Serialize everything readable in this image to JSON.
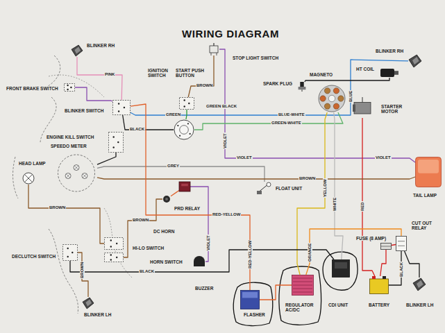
{
  "diagram": {
    "title": "WIRING DIAGRAM",
    "nodes": [
      {
        "text": [
          "BLINKER RH"
        ]
      },
      {
        "text": [
          "FRONT BRAKE SWITCH"
        ]
      },
      {
        "text": [
          "BLINKER SWITCH"
        ]
      },
      {
        "text": [
          "ENGINE KILL SWITCH"
        ]
      },
      {
        "text": [
          "SPEEDO METER"
        ]
      },
      {
        "text": [
          "HEAD LAMP"
        ]
      },
      {
        "text": [
          "IGNITION SWITCH"
        ]
      },
      {
        "text": [
          "START PUSH BUTTON"
        ]
      },
      {
        "text": [
          "STOP LIGHT SWITCH"
        ]
      },
      {
        "text": [
          "SPARK PLUG"
        ]
      },
      {
        "text": [
          "MAGNETO"
        ]
      },
      {
        "text": [
          "HT COIL"
        ]
      },
      {
        "text": [
          "BLINKER RH"
        ]
      },
      {
        "text": [
          "STARTER MOTOR"
        ]
      },
      {
        "text": [
          "FLOAT UNIT"
        ]
      },
      {
        "text": [
          "PRD RELAY"
        ]
      },
      {
        "text": [
          "DC HORN"
        ]
      },
      {
        "text": [
          "TAIL LAMP"
        ]
      },
      {
        "text": [
          "CUT OUT RELAY"
        ]
      },
      {
        "text": [
          "FUSE (8 AMP)"
        ]
      },
      {
        "text": [
          "HI-LO SWITCH"
        ]
      },
      {
        "text": [
          "HORN SWITCH"
        ]
      },
      {
        "text": [
          "DECLUTCH SWITCH"
        ]
      },
      {
        "text": [
          "BUZZER"
        ]
      },
      {
        "text": [
          "FLASHER"
        ]
      },
      {
        "text": [
          "REGULATOR AC/DC"
        ]
      },
      {
        "text": [
          "CDI UNIT"
        ]
      },
      {
        "text": [
          "BATTERY"
        ]
      },
      {
        "text": [
          "BLINKER LH"
        ]
      },
      {
        "text": [
          "BLINKER LH"
        ]
      }
    ],
    "edges": [
      {
        "from": 0,
        "to": 2,
        "arrow": "none"
      },
      {
        "from": 1,
        "to": 2,
        "arrow": "none"
      },
      {
        "from": 2,
        "to": 6,
        "arrow": "none"
      },
      {
        "from": 2,
        "to": 12,
        "arrow": "none"
      },
      {
        "from": 7,
        "to": 6,
        "arrow": "none"
      },
      {
        "from": 8,
        "to": 7,
        "arrow": "none"
      },
      {
        "from": 8,
        "to": 17,
        "arrow": "none"
      },
      {
        "from": 6,
        "to": 10,
        "arrow": "none"
      },
      {
        "from": 11,
        "to": 9,
        "arrow": "none"
      },
      {
        "from": 10,
        "to": 25,
        "arrow": "none"
      },
      {
        "from": 10,
        "to": 26,
        "arrow": "none"
      },
      {
        "from": 13,
        "to": 27,
        "arrow": "none"
      },
      {
        "from": 27,
        "to": 19,
        "arrow": "none"
      },
      {
        "from": 19,
        "to": 18,
        "arrow": "none"
      },
      {
        "from": 18,
        "to": 27,
        "arrow": "none"
      },
      {
        "from": 29,
        "to": 18,
        "arrow": "none"
      },
      {
        "from": 14,
        "to": 4,
        "arrow": "none"
      },
      {
        "from": 17,
        "to": 4,
        "arrow": "none"
      },
      {
        "from": 16,
        "to": 21,
        "arrow": "none"
      },
      {
        "from": 20,
        "to": 5,
        "arrow": "none"
      },
      {
        "from": 22,
        "to": 26,
        "arrow": "none"
      },
      {
        "from": 23,
        "to": 15,
        "arrow": "none"
      },
      {
        "from": 24,
        "to": 25,
        "arrow": "none"
      },
      {
        "from": 24,
        "to": 2,
        "arrow": "none"
      },
      {
        "from": 25,
        "to": 18,
        "arrow": "none"
      },
      {
        "from": 16,
        "to": 15,
        "arrow": "none"
      },
      {
        "from": 3,
        "to": 4,
        "arrow": "none"
      },
      {
        "from": 28,
        "to": 22,
        "arrow": "none"
      }
    ],
    "labels": [
      "PINK",
      "BROWN",
      "GREEN BLACK",
      "GREEN",
      "BLUE-WHITE",
      "GREEN-WHITE",
      "BLACK",
      "VIOLET",
      "BLUE",
      "VIOLET",
      "VIOLET",
      "GREY",
      "BROWN",
      "YELLOW",
      "WHITE",
      "RED",
      "BROWN",
      "RED-YELLOW",
      "BROWN",
      "VIOLET",
      "RED-YELLOW",
      "ORANGE",
      "BLACK",
      "BROWN",
      "BLACK"
    ]
  }
}
